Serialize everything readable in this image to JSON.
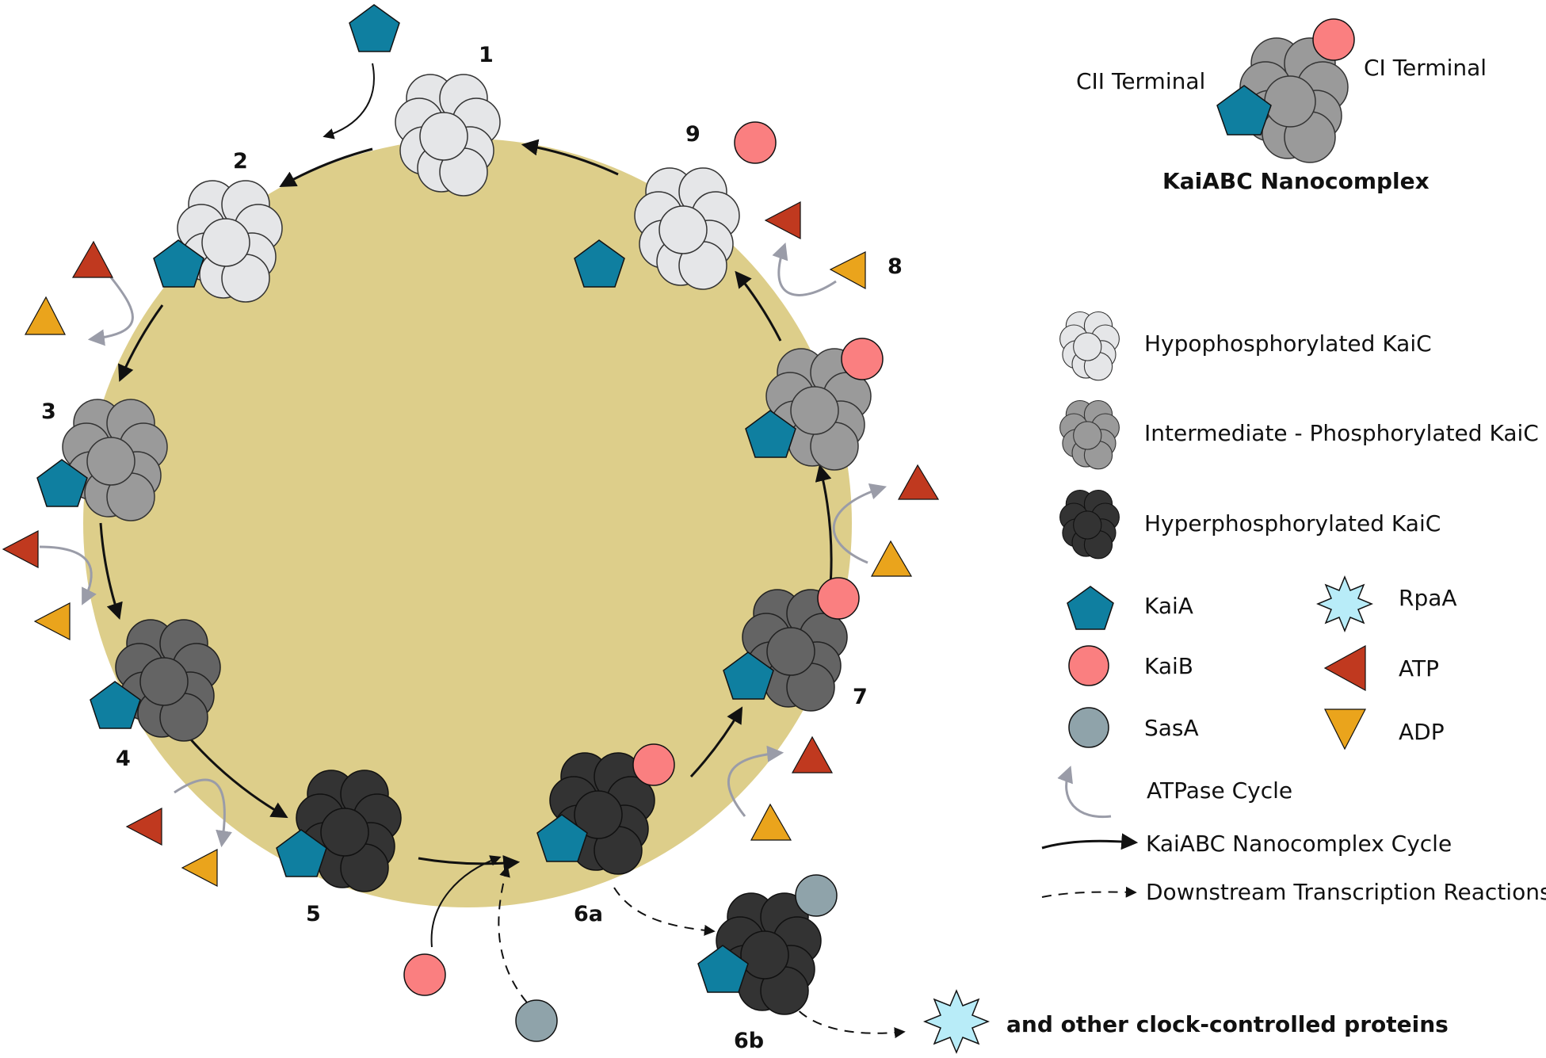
{
  "colors": {
    "background_circle": "#DDCE8A",
    "kaic_hypo": "#E5E6E8",
    "kaic_intermediate": "#9A9A9A",
    "kaic_inter_dark": "#646464",
    "kaic_hyper": "#333333",
    "kaia": "#0F7FA0",
    "kaib": "#FA7F80",
    "sasa": "#8FA3AA",
    "rpaa": "#B8ECF8",
    "atp": "#C0391F",
    "adp": "#EAA41C",
    "atpase_arrow": "#9A9CA8",
    "cycle_arrow": "#111111"
  },
  "stage_labels": {
    "s1": "1",
    "s2": "2",
    "s3": "3",
    "s4": "4",
    "s5": "5",
    "s6a": "6a",
    "s6b": "6b",
    "s7": "7",
    "s8": "8",
    "s9": "9"
  },
  "header": {
    "cii_terminal": "CII Terminal",
    "ci_terminal": "CI Terminal",
    "title": "KaiABC Nanocomplex"
  },
  "legend": {
    "hypo": "Hypophosphorylated KaiC",
    "intermediate": "Intermediate - Phosphorylated KaiC",
    "hyper": "Hyperphosphorylated KaiC",
    "kaia": "KaiA",
    "kaib": "KaiB",
    "sasa": "SasA",
    "rpaa": "RpaA",
    "atp": "ATP",
    "adp": "ADP",
    "atpase_cycle": "ATPase Cycle",
    "nanocomplex_cycle": "KaiABC Nanocomplex Cycle",
    "downstream": "Downstream Transcription Reactions"
  },
  "footer_text": "and other clock-controlled proteins"
}
